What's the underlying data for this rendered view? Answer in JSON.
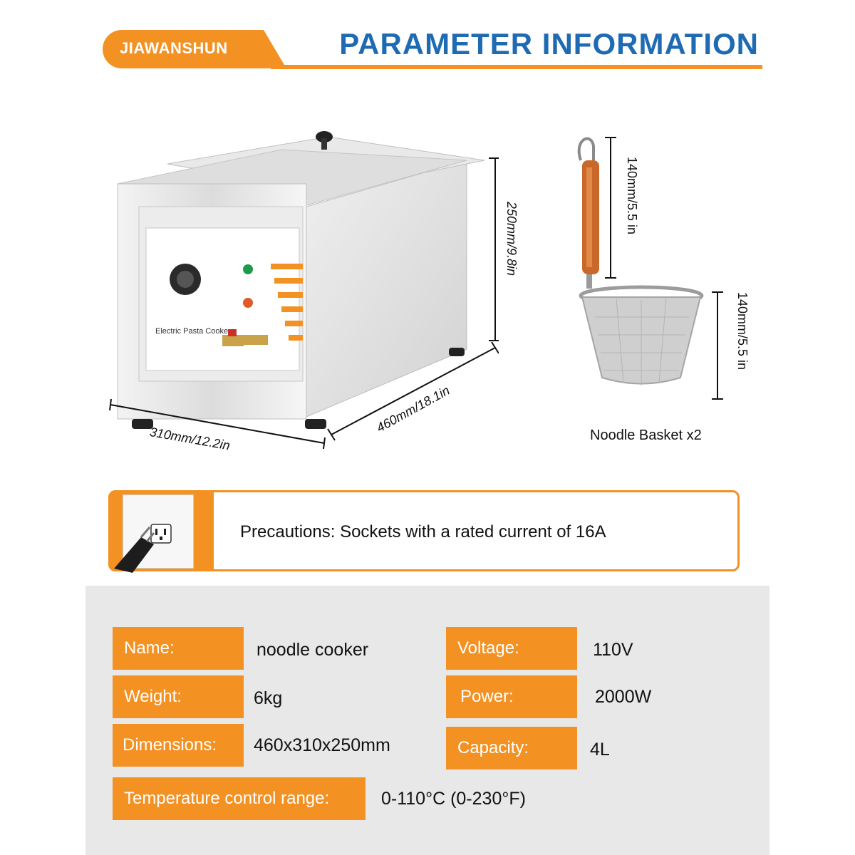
{
  "header": {
    "brand": "JIAWANSHUN",
    "title": "PARAMETER INFORMATION",
    "accent_color": "#f39122",
    "title_color": "#1f6bb3"
  },
  "product_diagram": {
    "height_label": "250mm/9.8in",
    "depth_label": "460mm/18.1in",
    "width_label": "310mm/12.2in",
    "panel_text": "Electric Pasta Cooker"
  },
  "basket_diagram": {
    "handle_label": "140mm/5.5 in",
    "basket_label": "140mm/5.5 in",
    "caption": "Noodle Basket x2"
  },
  "precaution": {
    "icon": "power-plug-socket-icon",
    "text": "Precautions: Sockets with a rated current of 16A"
  },
  "specs": {
    "name_label": "Name:",
    "name_value": "noodle cooker",
    "weight_label": "Weight:",
    "weight_value": "6kg",
    "dimensions_label": "Dimensions:",
    "dimensions_value": "460x310x250mm",
    "temp_label": "Temperature control range:",
    "temp_value": "0-110°C (0-230°F)",
    "voltage_label": "Voltage:",
    "voltage_value": "110V",
    "power_label": "Power:",
    "power_value": "2000W",
    "capacity_label": "Capacity:",
    "capacity_value": "4L"
  }
}
